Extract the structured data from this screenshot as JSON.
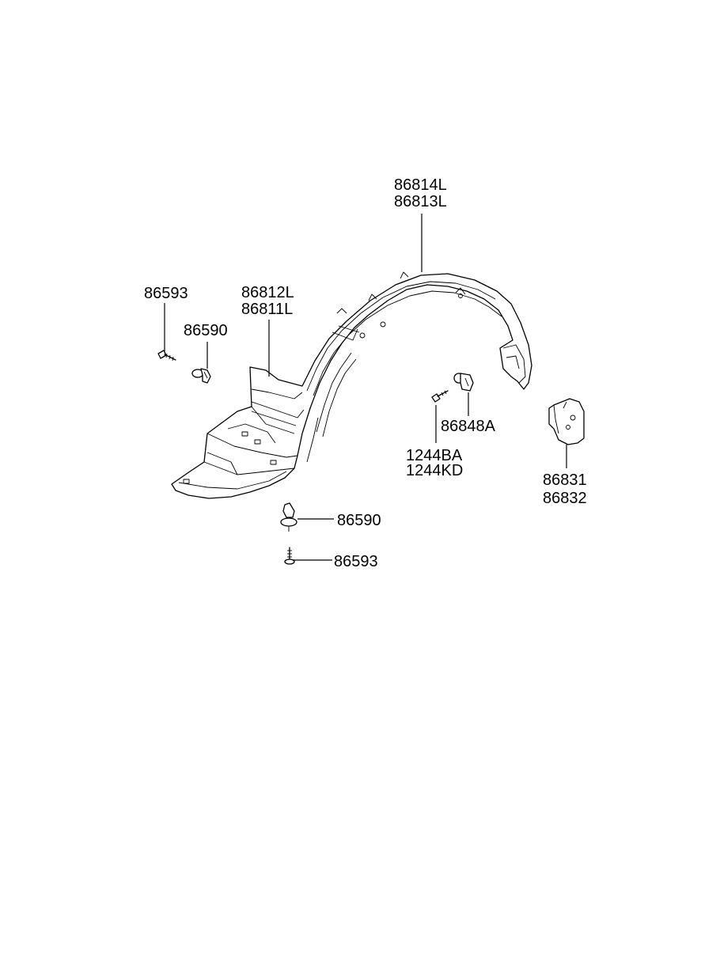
{
  "parts": {
    "liner_upper": [
      "86814L",
      "86813L"
    ],
    "liner_front": [
      "86812L",
      "86811L"
    ],
    "screw_upper_left": "86593",
    "clip_upper_left": "86590",
    "clip_right": "86848A",
    "bolt_right": [
      "1244BA",
      "1244KD"
    ],
    "bracket": [
      "86831",
      "86832"
    ],
    "clip_bottom": "86590",
    "screw_bottom": "86593"
  }
}
